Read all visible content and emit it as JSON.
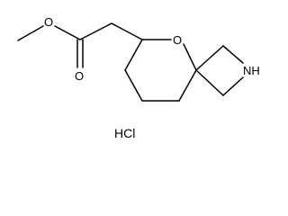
{
  "molecule": {
    "atoms": {
      "ester_oxygen": "O",
      "carbonyl_oxygen": "O",
      "ring_oxygen": "O",
      "amine": "NH"
    },
    "counterion": "HCl"
  }
}
